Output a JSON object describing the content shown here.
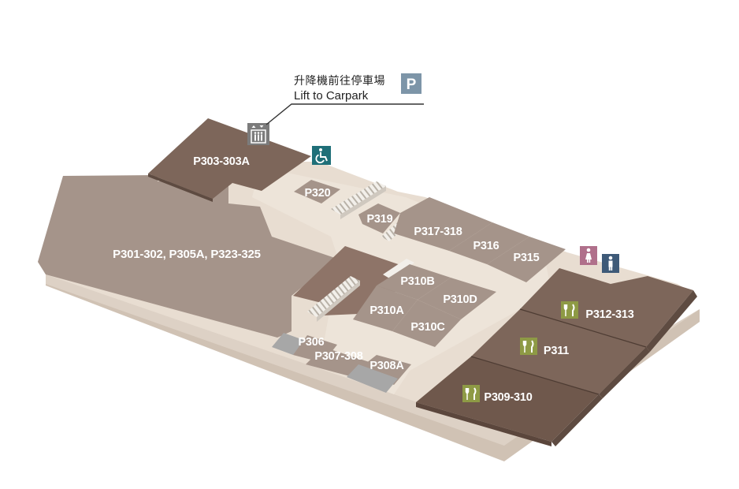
{
  "floor_map": {
    "carpark_lift": {
      "label_zh": "升降機前往停車場",
      "label_en": "Lift to Carpark",
      "parking_symbol": "P",
      "parking_icon": "parking-icon",
      "lift_icon": "lift-icon"
    },
    "shops": {
      "p303": "P303-303A",
      "p301": "P301-302, P305A, P323-325",
      "p320": "P320",
      "p319": "P319",
      "p317": "P317-318",
      "p316": "P316",
      "p315": "P315",
      "p310b": "P310B",
      "p310a": "P310A",
      "p310d": "P310D",
      "p310c": "P310C",
      "p306": "P306",
      "p307": "P307-308",
      "p308a": "P308A",
      "p312": "P312-313",
      "p311": "P311",
      "p309": "P309-310"
    },
    "facility_icons": [
      "accessible-icon",
      "female-toilet-icon",
      "male-toilet-icon",
      "restaurant-icon",
      "escalator-icon"
    ],
    "colors": {
      "shop_light": "#a5948a",
      "shop_dark": "#7d665a",
      "shop_darker": "#6f584c",
      "floor": "#e8ddd1",
      "slab_edge": "#d0c2b4",
      "parking_blue": "#7d95a8",
      "accessible_teal": "#1f6f78",
      "female_pink": "#b0708b",
      "male_navy": "#3e5a78",
      "restaurant_olive": "#8e9a45",
      "lift_gray": "#7c7c7c"
    }
  }
}
